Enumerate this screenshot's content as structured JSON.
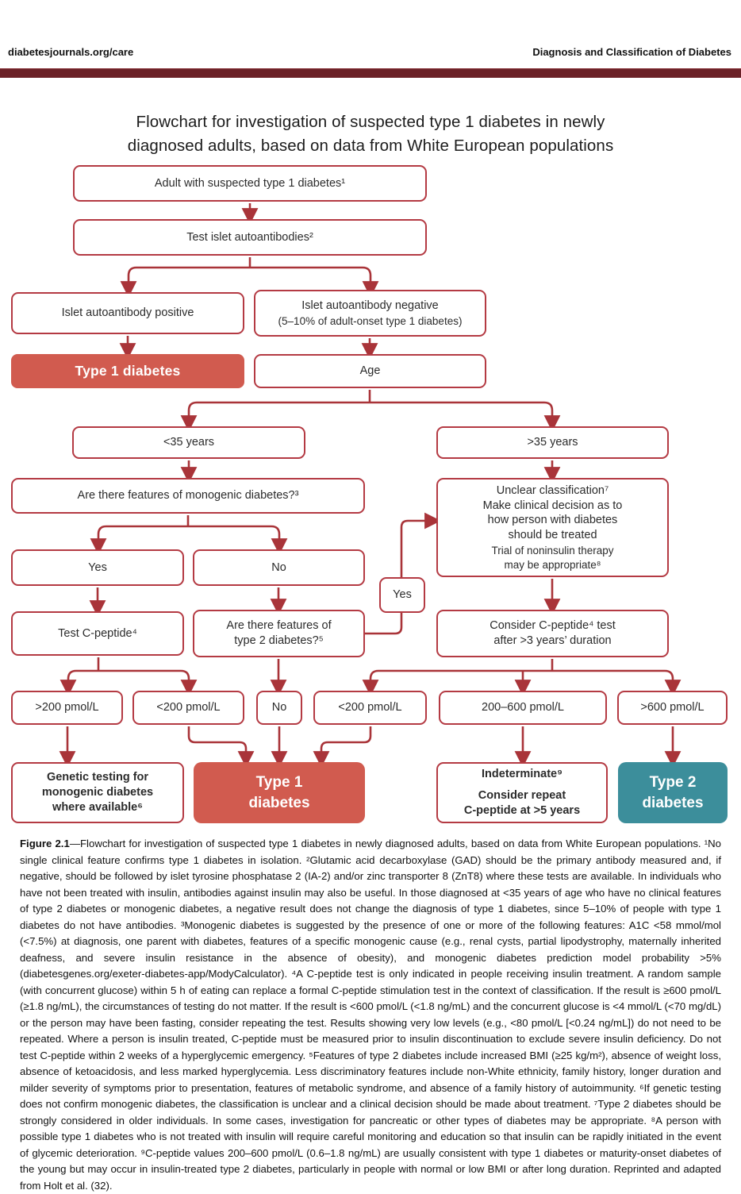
{
  "header": {
    "left": "diabetesjournals.org/care",
    "right": "Diagnosis and Classification of Diabetes"
  },
  "title": "Flowchart for investigation of suspected type 1 diabetes in newly\ndiagnosed adults, based on data from White European populations",
  "colors": {
    "divider_bar": "#6b2127",
    "box_border": "#b43a43",
    "connector": "#a93439",
    "type1_fill": "#d15b4f",
    "type2_fill": "#3c8e9b"
  },
  "flowchart": {
    "adult": "Adult with suspected type 1 diabetes¹",
    "test_islet": "Test islet autoantibodies²",
    "islet_pos": "Islet autoantibody positive",
    "islet_neg_1": "Islet autoantibody negative",
    "islet_neg_2": "(5–10% of adult-onset type 1 diabetes)",
    "type1_mid": "Type 1 diabetes",
    "age": "Age",
    "lt35": "<35 years",
    "gt35": ">35 years",
    "monogenic_q": "Are there features of monogenic diabetes?³",
    "unclear_1": "Unclear classification⁷",
    "unclear_2": "Make clinical decision as to\nhow person with diabetes\nshould be treated",
    "unclear_3": "Trial of noninsulin therapy\nmay be appropriate⁸",
    "yes": "Yes",
    "no": "No",
    "yes_small": "Yes",
    "test_cpeptide": "Test C-peptide⁴",
    "type2_q": "Are there features of\ntype 2 diabetes?⁵",
    "consider_cpeptide": "Consider C-peptide⁴ test\nafter >3 years’ duration",
    "gt200": ">200 pmol/L",
    "lt200_a": "<200 pmol/L",
    "no_small": "No",
    "lt200_b": "<200 pmol/L",
    "v200_600": "200–600 pmol/L",
    "gt600": ">600 pmol/L",
    "genetic": "Genetic testing for\nmonogenic diabetes\nwhere available⁶",
    "type1_final": "Type 1\ndiabetes",
    "indeterminate_1": "Indeterminate⁹",
    "indeterminate_2": "Consider repeat\nC-peptide at >5 years",
    "type2_final": "Type 2\ndiabetes"
  },
  "caption": {
    "label": "Figure 2.1",
    "text": "—Flowchart for investigation of suspected type 1 diabetes in newly diagnosed adults, based on data from White European populations. ¹No single clinical feature confirms type 1 diabetes in isolation. ²Glutamic acid decarboxylase (GAD) should be the primary antibody measured and, if negative, should be followed by islet tyrosine phosphatase 2 (IA-2) and/or zinc transporter 8 (ZnT8) where these tests are available. In individuals who have not been treated with insulin, antibodies against insulin may also be useful. In those diagnosed at <35 years of age who have no clinical features of type 2 diabetes or monogenic diabetes, a negative result does not change the diagnosis of type 1 diabetes, since 5–10% of people with type 1 diabetes do not have antibodies. ³Monogenic diabetes is suggested by the presence of one or more of the following features: A1C <58 mmol/mol (<7.5%) at diagnosis, one parent with diabetes, features of a specific monogenic cause (e.g., renal cysts, partial lipodystrophy, maternally inherited deafness, and severe insulin resistance in the absence of obesity), and monogenic diabetes prediction model probability >5% (diabetesgenes.org/exeter-diabetes-app/ModyCalculator). ⁴A C-peptide test is only indicated in people receiving insulin treatment. A random sample (with concurrent glucose) within 5 h of eating can replace a formal C-peptide stimulation test in the context of classification. If the result is ≥600 pmol/L (≥1.8 ng/mL), the circumstances of testing do not matter. If the result is <600 pmol/L (<1.8 ng/mL) and the concurrent glucose is <4 mmol/L (<70 mg/dL) or the person may have been fasting, consider repeating the test. Results showing very low levels (e.g., <80 pmol/L [<0.24 ng/mL]) do not need to be repeated. Where a person is insulin treated, C-peptide must be measured prior to insulin discontinuation to exclude severe insulin deficiency. Do not test C-peptide within 2 weeks of a hyperglycemic emergency. ⁵Features of type 2 diabetes include increased BMI (≥25 kg/m²), absence of weight loss, absence of ketoacidosis, and less marked hyperglycemia. Less discriminatory features include non-White ethnicity, family history, longer duration and milder severity of symptoms prior to presentation, features of metabolic syndrome, and absence of a family history of autoimmunity. ⁶If genetic testing does not confirm monogenic diabetes, the classification is unclear and a clinical decision should be made about treatment. ⁷Type 2 diabetes should be strongly considered in older individuals. In some cases, investigation for pancreatic or other types of diabetes may be appropriate. ⁸A person with possible type 1 diabetes who is not treated with insulin will require careful monitoring and education so that insulin can be rapidly initiated in the event of glycemic deterioration. ⁹C-peptide values 200–600 pmol/L (0.6–1.8 ng/mL) are usually consistent with type 1 diabetes or maturity-onset diabetes of the young but may occur in insulin-treated type 2 diabetes, particularly in people with normal or low BMI or after long duration. Reprinted and adapted from Holt et al. (32)."
  }
}
